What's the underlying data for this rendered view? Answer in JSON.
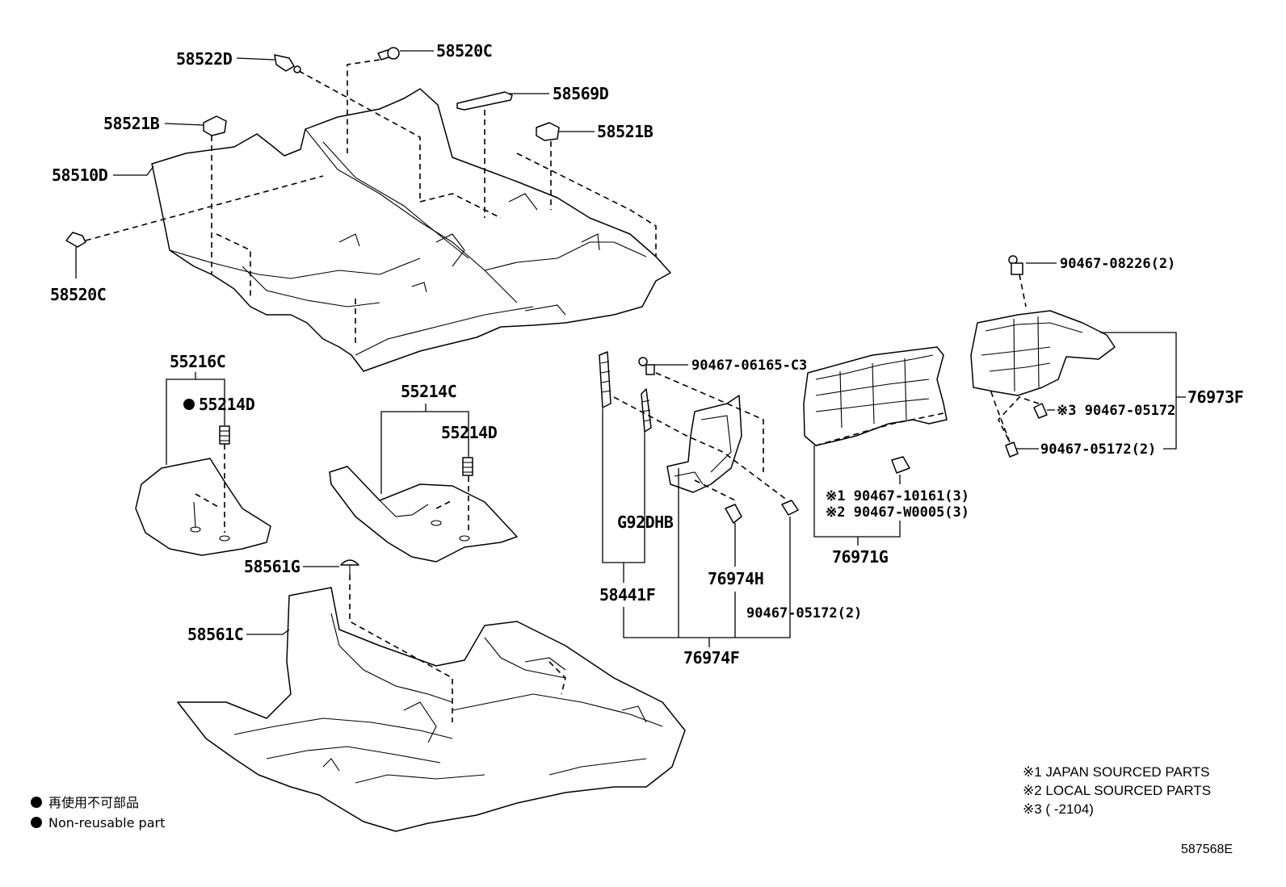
{
  "labels": {
    "p58522D": "58522D",
    "p58520C_top": "58520C",
    "p58569D": "58569D",
    "p58521B_left": "58521B",
    "p58521B_right": "58521B",
    "p58510D": "58510D",
    "p58520C_left": "58520C",
    "p55216C": "55216C",
    "p55214D_left": "55214D",
    "p55214C": "55214C",
    "p55214D_right": "55214D",
    "p58561G": "58561G",
    "p58561C": "58561C",
    "p90467_06165": "90467-06165-C3",
    "pG92DHB": "G92DHB",
    "p58441F": "58441F",
    "p76974H": "76974H",
    "p90467_05172_mid": "90467-05172(2)",
    "p76974F": "76974F",
    "p90467_10161": "※1 90467-10161(3)",
    "p90467_W0005": "※2 90467-W0005(3)",
    "p76971G": "76971G",
    "p90467_08226": "90467-08226(2)",
    "p90467_05172_note3": "※3 90467-05172",
    "p90467_05172_right": "90467-05172(2)",
    "p76973F": "76973F"
  },
  "notes": {
    "n1": "※1 JAPAN SOURCED PARTS",
    "n2": "※2 LOCAL SOURCED PARTS",
    "n3": "※3 (      -2104)"
  },
  "legend": {
    "jp": "再使用不可部品",
    "en": "Non-reusable part"
  },
  "diagram_code": "587568E"
}
